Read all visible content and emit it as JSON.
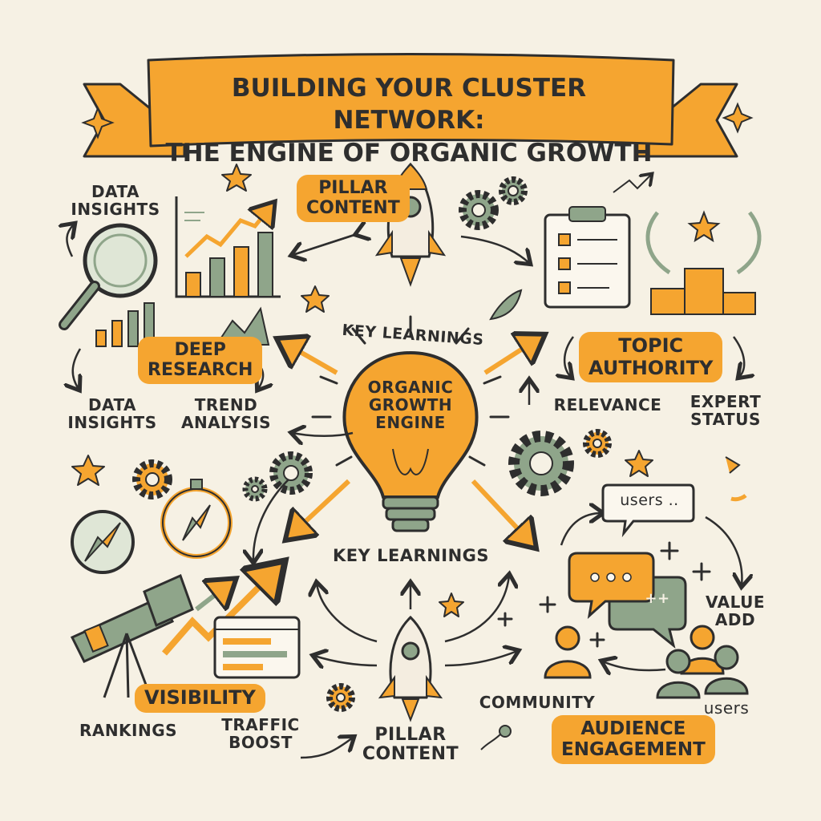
{
  "banner": {
    "title": "BUILDING YOUR CLUSTER NETWORK:\nTHE ENGINE OF ORGANIC GROWTH"
  },
  "center": {
    "bulb_label": "ORGANIC\nGROWTH\nENGINE",
    "arc_label": "KEY LEARNINGS",
    "lower_label": "KEY LEARNINGS"
  },
  "nodes": {
    "pillar_top": "PILLAR\nCONTENT",
    "pillar_bottom": "PILLAR\nCONTENT",
    "deep_research": "DEEP\nRESEARCH",
    "topic_authority": "TOPIC\nAUTHORITY",
    "visibility": "VISIBILITY",
    "audience_engagement": "AUDIENCE\nENGAGEMENT"
  },
  "labels": {
    "data_insights_top": "DATA\nINSIGHTS",
    "data_insights_bottom": "DATA\nINSIGHTS",
    "trend_analysis": "TREND\nANALYSIS",
    "relevance": "RELEVANCE",
    "expert_status": "EXPERT\nSTATUS",
    "rankings": "RANKINGS",
    "traffic_boost": "TRAFFIC\nBOOST",
    "community": "COMMUNITY",
    "users_bubble": "users ..",
    "users_bottom": "users",
    "value_add": "VALUE\nADD",
    "bubble_plus": "++"
  },
  "colors": {
    "orange": "#f5a530",
    "sage": "#8fa58a",
    "ink": "#2e2e2e",
    "background": "#f6f1e4"
  }
}
